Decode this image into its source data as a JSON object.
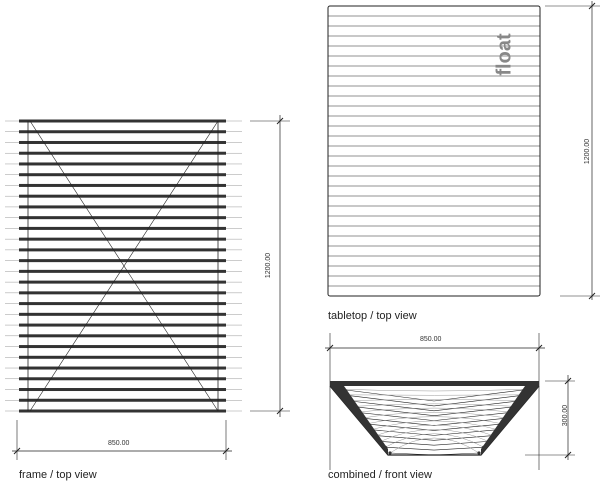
{
  "views": {
    "frame": {
      "caption": "frame / top view",
      "width_label": "850.00",
      "height_label": "1200.00",
      "slats": 28
    },
    "tabletop": {
      "caption": "tabletop / top view",
      "height_label": "1200.00",
      "brand_text": "float",
      "lines": 28
    },
    "combined": {
      "caption": "combined / front view",
      "width_label": "850.00",
      "height_label": "300.00"
    }
  },
  "colors": {
    "line": "#222222",
    "slat": "#333333",
    "light": "#999999"
  }
}
